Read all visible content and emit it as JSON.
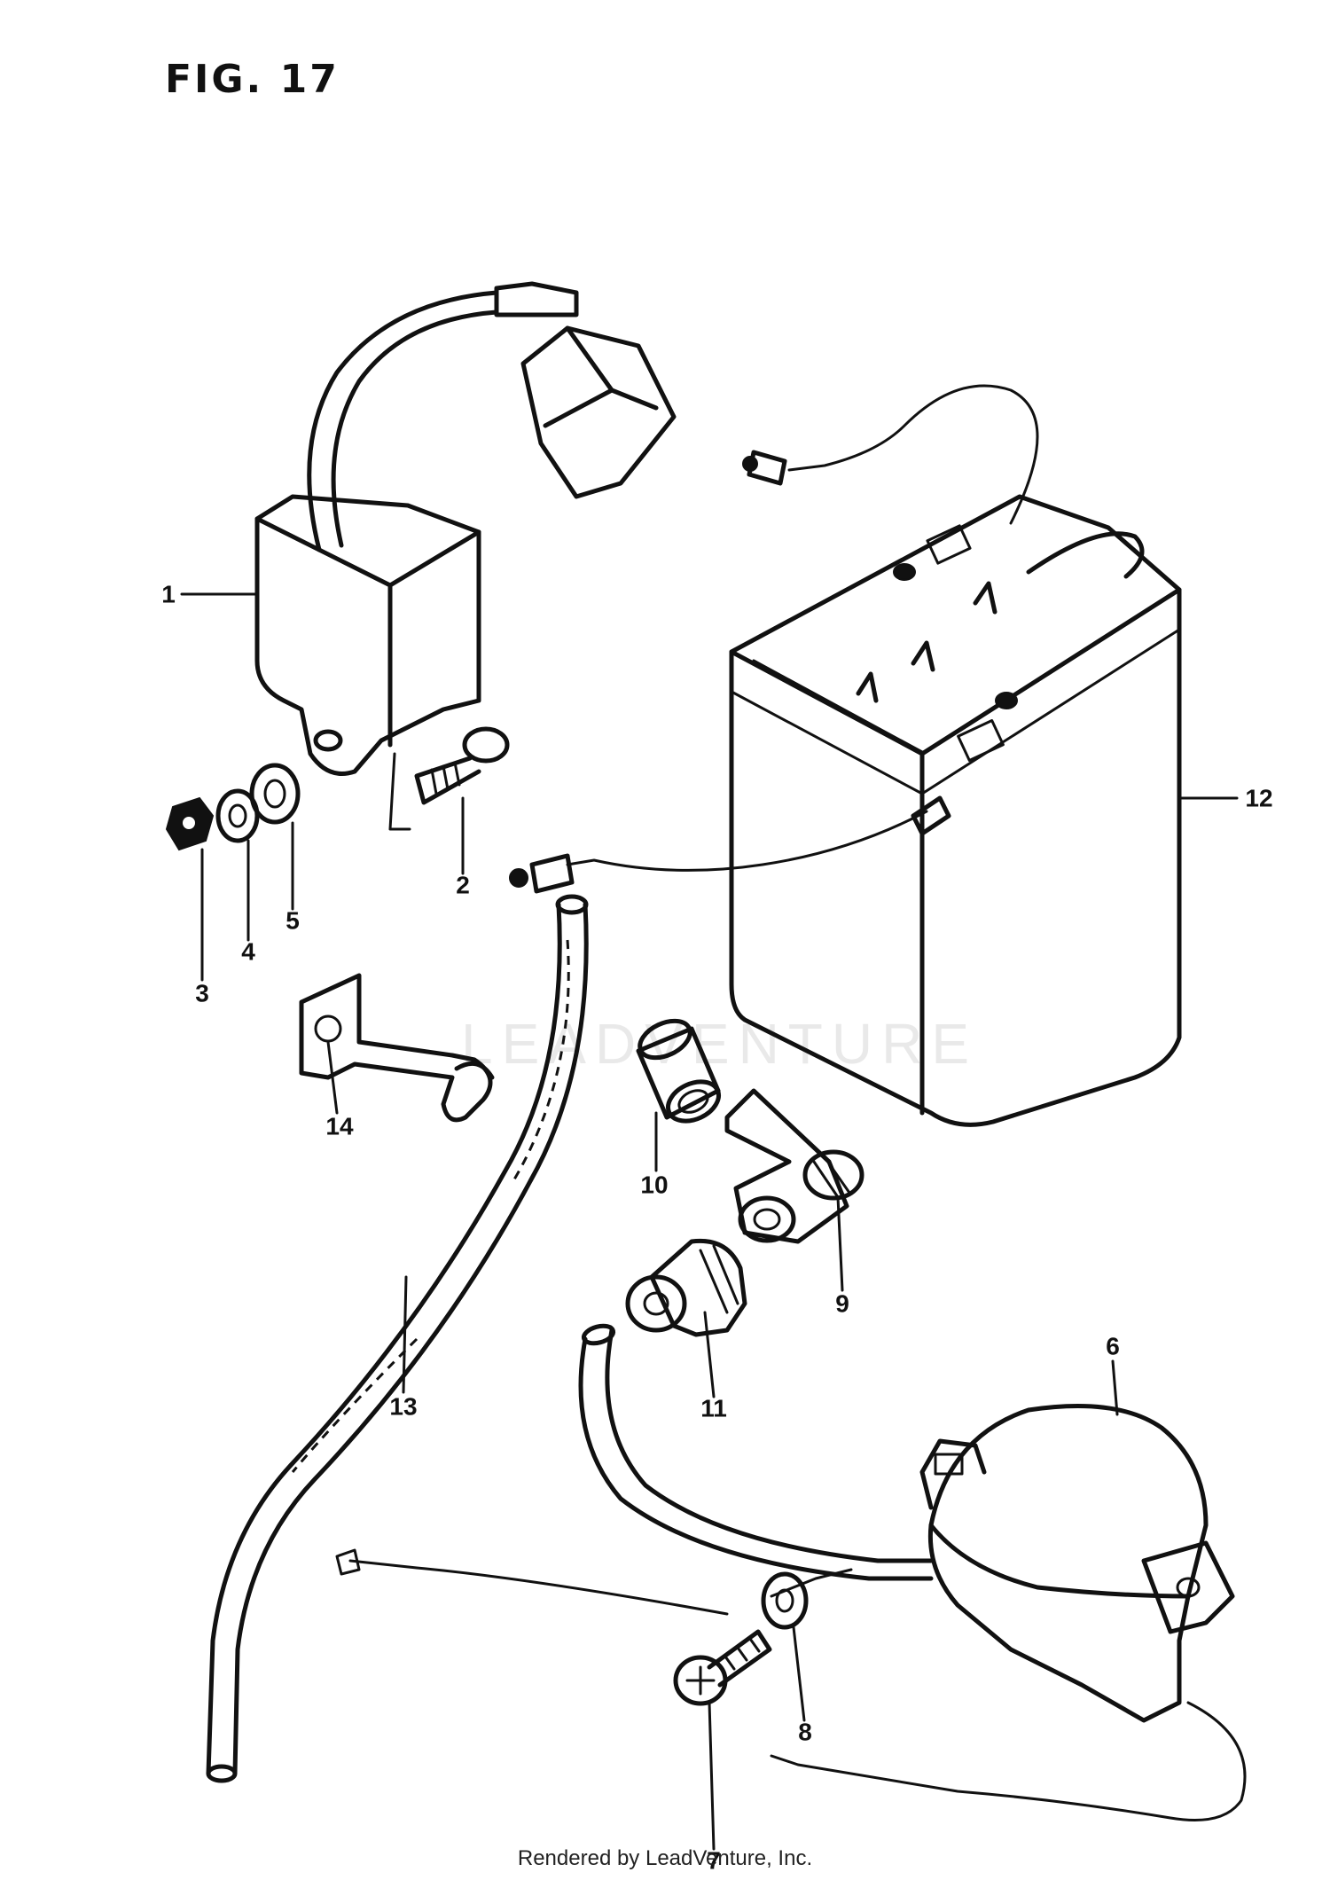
{
  "figure_title": "FIG. 17",
  "watermark_text": "LEADVENTURE",
  "footer": "Rendered by LeadVenture, Inc.",
  "part_labels": {
    "p1": "1",
    "p2": "2",
    "p3": "3",
    "p4": "4",
    "p5": "5",
    "p6": "6",
    "p7": "7",
    "p8": "8",
    "p9": "9",
    "p10": "10",
    "p11": "11",
    "p12": "12",
    "p13": "13",
    "p14": "14"
  }
}
